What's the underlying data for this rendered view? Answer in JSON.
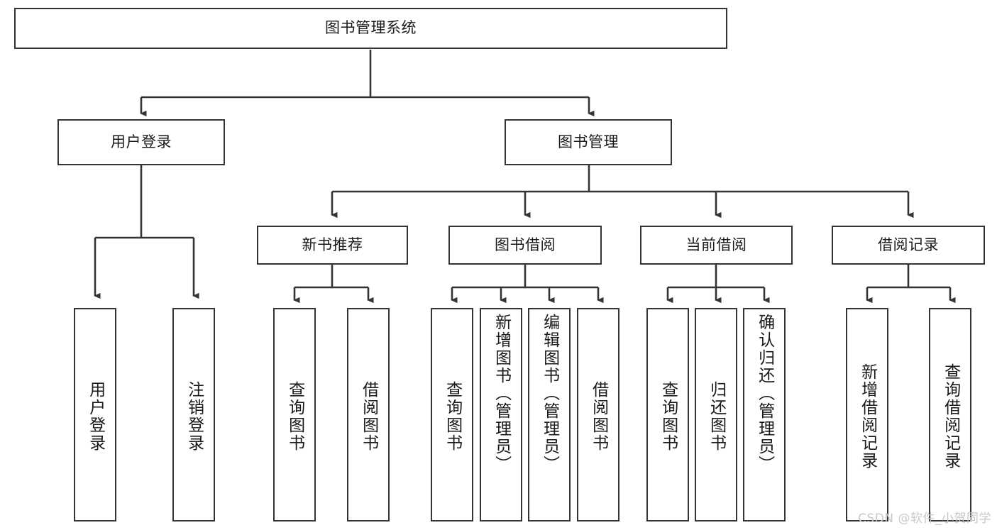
{
  "diagram": {
    "type": "tree",
    "title": "图书管理系统",
    "root": {
      "id": "root",
      "label": "图书管理系统"
    },
    "level2": [
      {
        "id": "user-login",
        "label": "用户登录"
      },
      {
        "id": "book-manage",
        "label": "图书管理"
      }
    ],
    "level3": [
      {
        "id": "new-book-rec",
        "label": "新书推荐"
      },
      {
        "id": "book-borrow",
        "label": "图书借阅"
      },
      {
        "id": "current-borrow",
        "label": "当前借阅"
      },
      {
        "id": "borrow-record",
        "label": "借阅记录"
      }
    ],
    "leaves": {
      "user_login": [
        {
          "id": "leaf-user-login",
          "label": "用户登录"
        },
        {
          "id": "leaf-logout",
          "label": "注销登录"
        }
      ],
      "new_book_rec": [
        {
          "id": "leaf-query-book-1",
          "label": "查询图书"
        },
        {
          "id": "leaf-borrow-book-1",
          "label": "借阅图书"
        }
      ],
      "book_borrow": [
        {
          "id": "leaf-query-book-2",
          "label": "查询图书"
        },
        {
          "id": "leaf-add-book",
          "label": "新增图书（管理员）"
        },
        {
          "id": "leaf-edit-book",
          "label": "编辑图书（管理员）"
        },
        {
          "id": "leaf-borrow-book-2",
          "label": "借阅图书"
        }
      ],
      "current_borrow": [
        {
          "id": "leaf-query-book-3",
          "label": "查询图书"
        },
        {
          "id": "leaf-return-book",
          "label": "归还图书"
        },
        {
          "id": "leaf-confirm-return",
          "label": "确认归还（管理员）"
        }
      ],
      "borrow_record": [
        {
          "id": "leaf-add-record",
          "label": "新增借阅记录"
        },
        {
          "id": "leaf-query-record",
          "label": "查询借阅记录"
        }
      ]
    }
  },
  "watermark": {
    "text": "CSDN @软件_小贺同学"
  },
  "colors": {
    "stroke": "#343434",
    "background": "#ffffff",
    "text": "#1a1a1a",
    "watermark": "#c9c9c9"
  }
}
